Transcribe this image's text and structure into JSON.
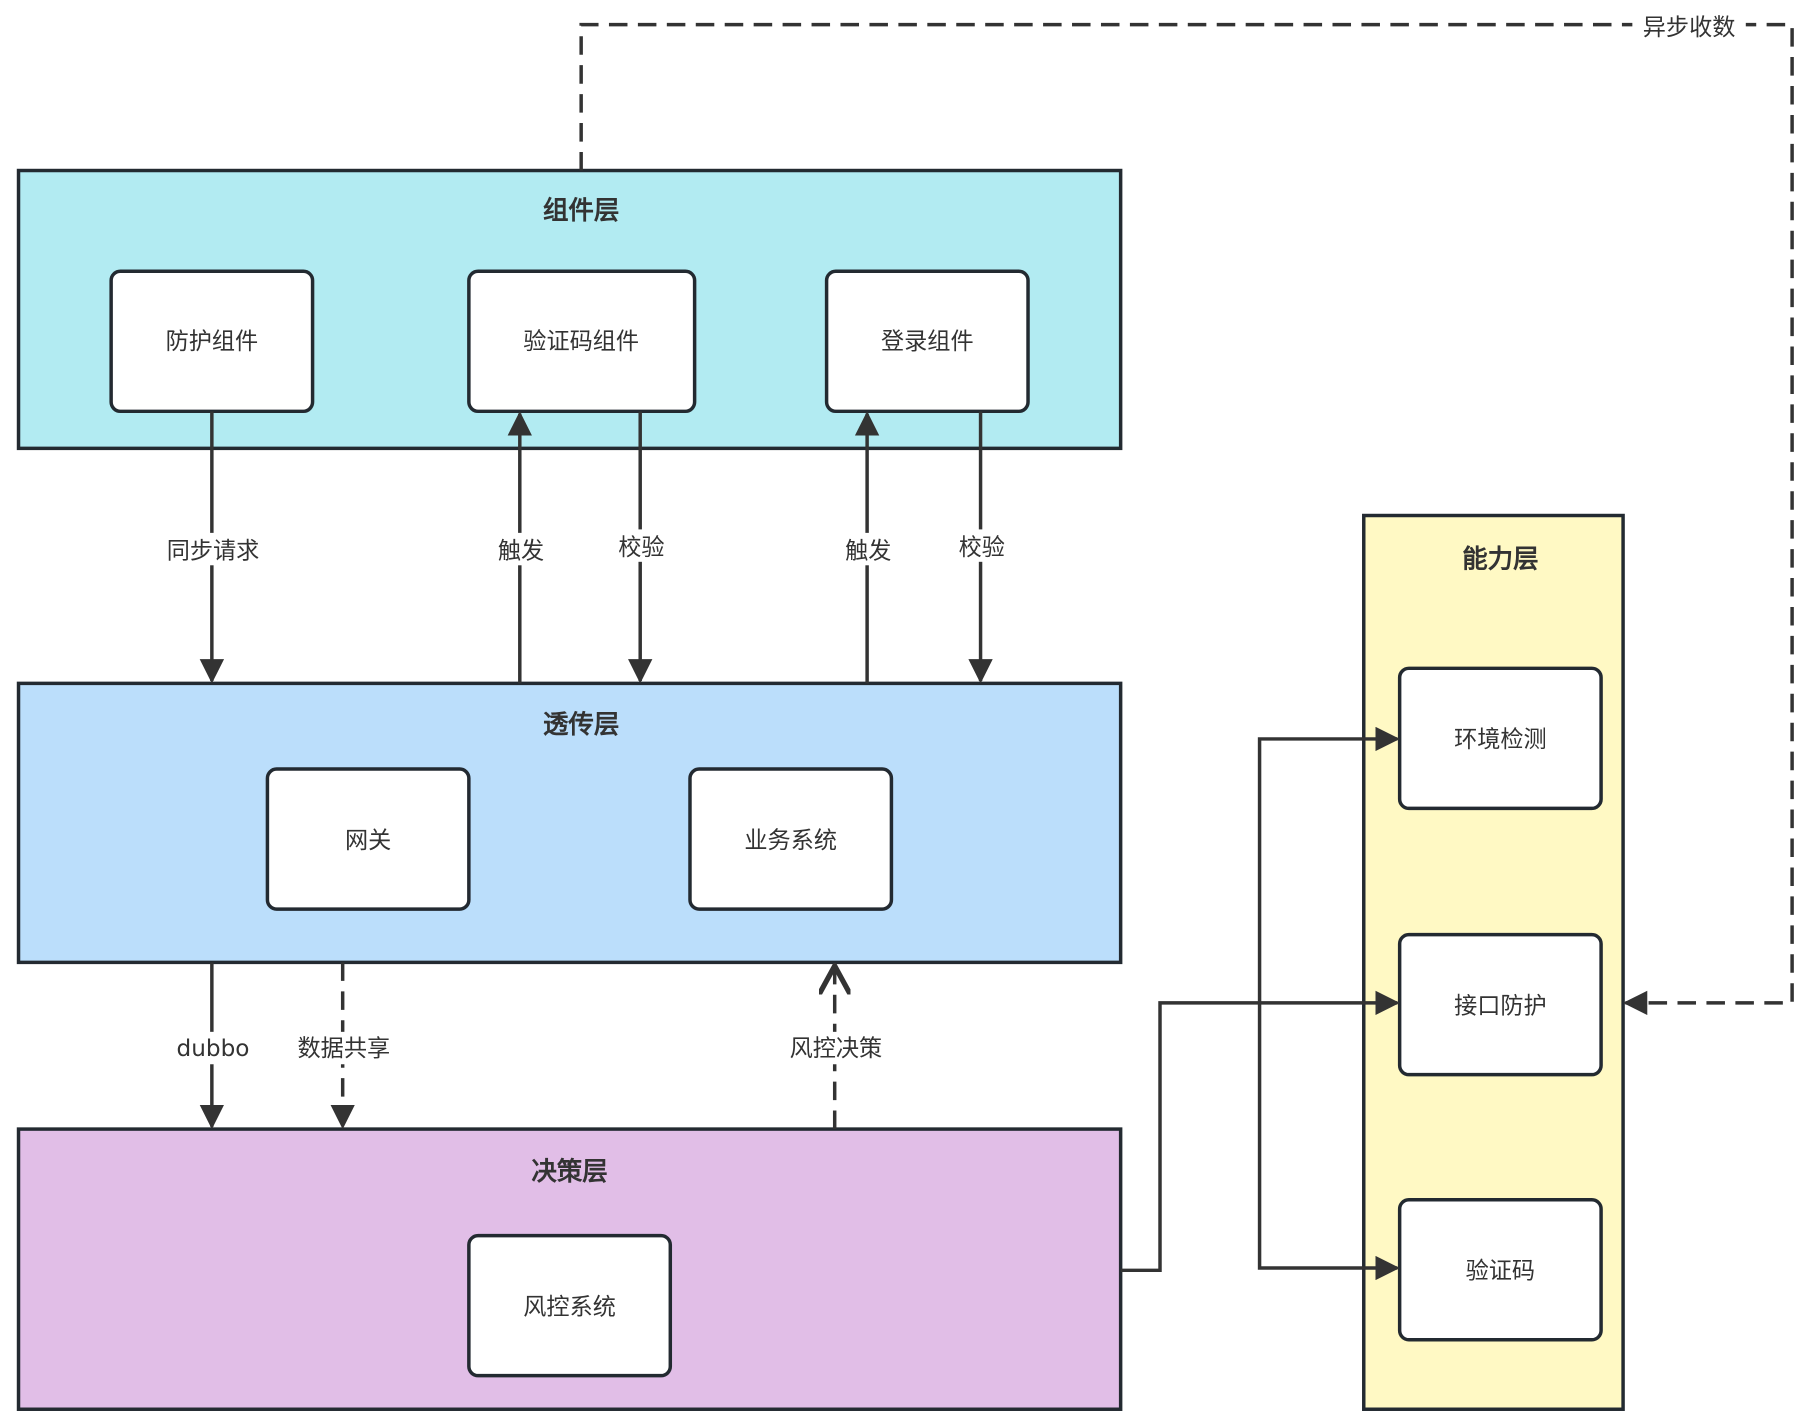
{
  "colors": {
    "component_layer": "#b2ebf2",
    "transport_layer": "#bbdefb",
    "decision_layer": "#e1bee7",
    "capability_layer": "#fff9c4",
    "stroke": "#232a31"
  },
  "layers": {
    "component": {
      "title": "组件层",
      "nodes": [
        "防护组件",
        "验证码组件",
        "登录组件"
      ]
    },
    "transport": {
      "title": "透传层",
      "nodes": [
        "网关",
        "业务系统"
      ]
    },
    "decision": {
      "title": "决策层",
      "nodes": [
        "风控系统"
      ]
    },
    "capability": {
      "title": "能力层",
      "nodes": [
        "环境检测",
        "接口防护",
        "验证码"
      ]
    }
  },
  "edges": {
    "sync_request": "同步请求",
    "trigger_captcha": "触发",
    "verify_captcha": "校验",
    "trigger_login": "触发",
    "verify_login": "校验",
    "dubbo": "dubbo",
    "data_share": "数据共享",
    "risk_decision": "风控决策",
    "async_collect": "异步收数"
  }
}
